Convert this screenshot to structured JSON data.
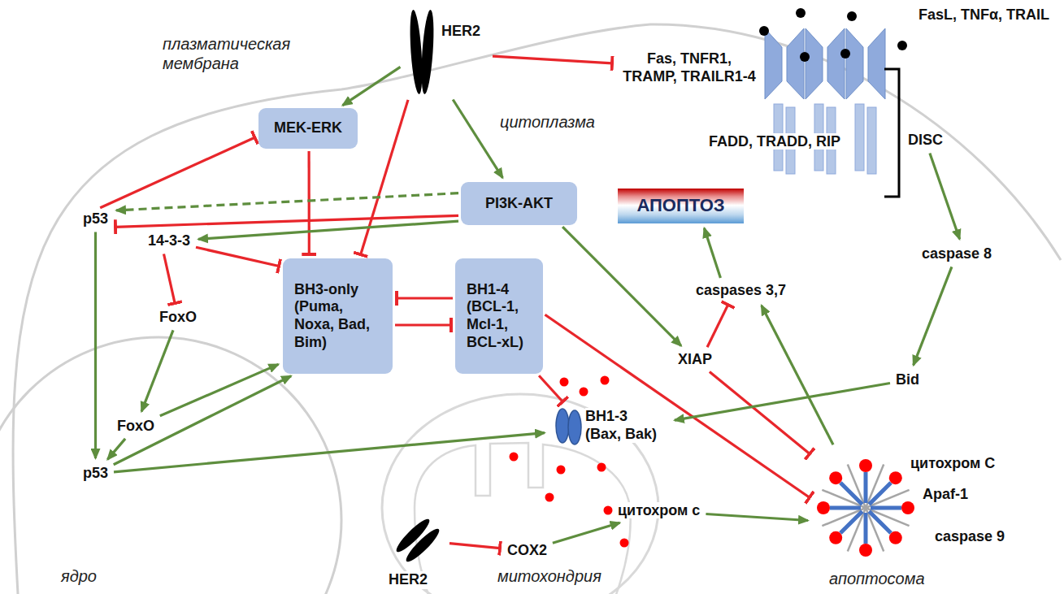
{
  "diagram": {
    "nodes": [
      {
        "text": [
          "HER2"
        ]
      },
      {
        "text": [
          "Fas, TNFR1, TRAMP, TRAILR1-4"
        ]
      },
      {
        "text": [
          "MEK-ERK"
        ]
      },
      {
        "text": [
          "FADD, TRADD, RIP"
        ]
      },
      {
        "text": [
          "DISC"
        ]
      },
      {
        "text": [
          "PI3K-AKT"
        ]
      },
      {
        "text": [
          "АПОПТОЗ"
        ]
      },
      {
        "text": [
          "p53"
        ]
      },
      {
        "text": [
          "14-3-3"
        ]
      },
      {
        "text": [
          "caspase 8"
        ]
      },
      {
        "text": [
          "BH3-only (Puma, Noxa, Bad, Bim)"
        ]
      },
      {
        "text": [
          "BH1-4 (BCL-1, Mcl-1, BCL-xL)"
        ]
      },
      {
        "text": [
          "caspases 3,7"
        ]
      },
      {
        "text": [
          "FoxO"
        ]
      },
      {
        "text": [
          "XIAP"
        ]
      },
      {
        "text": [
          "Bid"
        ]
      },
      {
        "text": [
          "FoxO"
        ]
      },
      {
        "text": [
          "BH1-3 (Bax, Bak)"
        ]
      },
      {
        "text": [
          "p53"
        ]
      },
      {
        "text": [
          "цитохром C",
          "Apaf-1",
          "caspase 9",
          "апоптосома"
        ]
      },
      {
        "text": [
          "цитохром c"
        ]
      },
      {
        "text": [
          "COX2"
        ]
      },
      {
        "text": [
          "HER2"
        ]
      }
    ],
    "edges": [
      {
        "from": 0,
        "to": 2,
        "arrow": "to"
      },
      {
        "from": 0,
        "to": 1,
        "arrow": "to"
      },
      {
        "from": 0,
        "to": 5,
        "arrow": "to"
      },
      {
        "from": 0,
        "to": 10,
        "arrow": "to"
      },
      {
        "from": 2,
        "to": 10,
        "arrow": "to"
      },
      {
        "from": 7,
        "to": 2,
        "arrow": "to"
      },
      {
        "from": 5,
        "to": 7,
        "arrow": "to"
      },
      {
        "from": 5,
        "to": 7,
        "arrow": "to"
      },
      {
        "from": 5,
        "to": 8,
        "arrow": "to"
      },
      {
        "from": 5,
        "to": 14,
        "arrow": "to"
      },
      {
        "from": 7,
        "to": 18,
        "arrow": "to"
      },
      {
        "from": 8,
        "to": 13,
        "arrow": "to"
      },
      {
        "from": 8,
        "to": 10,
        "arrow": "to"
      },
      {
        "from": 13,
        "to": 16,
        "arrow": "to"
      },
      {
        "from": 16,
        "to": 10,
        "arrow": "to"
      },
      {
        "from": 16,
        "to": 18,
        "arrow": "to"
      },
      {
        "from": 18,
        "to": 10,
        "arrow": "to"
      },
      {
        "from": 18,
        "to": 17,
        "arrow": "to"
      },
      {
        "from": 11,
        "to": 10,
        "arrow": "to"
      },
      {
        "from": 10,
        "to": 11,
        "arrow": "to"
      },
      {
        "from": 11,
        "to": 17,
        "arrow": "to"
      },
      {
        "from": 11,
        "to": 19,
        "arrow": "to"
      },
      {
        "from": 14,
        "to": 12,
        "arrow": "to"
      },
      {
        "from": 14,
        "to": 19,
        "arrow": "to"
      },
      {
        "from": 19,
        "to": 12,
        "arrow": "to"
      },
      {
        "from": 12,
        "to": 6,
        "arrow": "to"
      },
      {
        "from": 4,
        "to": 9,
        "arrow": "to"
      },
      {
        "from": 9,
        "to": 15,
        "arrow": "to"
      },
      {
        "from": 15,
        "to": 17,
        "arrow": "to"
      },
      {
        "from": 20,
        "to": 19,
        "arrow": "to"
      },
      {
        "from": 21,
        "to": 20,
        "arrow": "to"
      },
      {
        "from": 22,
        "to": 21,
        "arrow": "to"
      }
    ],
    "labels": [
      "плазматическая мембрана",
      "цитоплазма",
      "FasL, TNFα, TRAIL",
      "ядро",
      "митохондрия"
    ]
  }
}
